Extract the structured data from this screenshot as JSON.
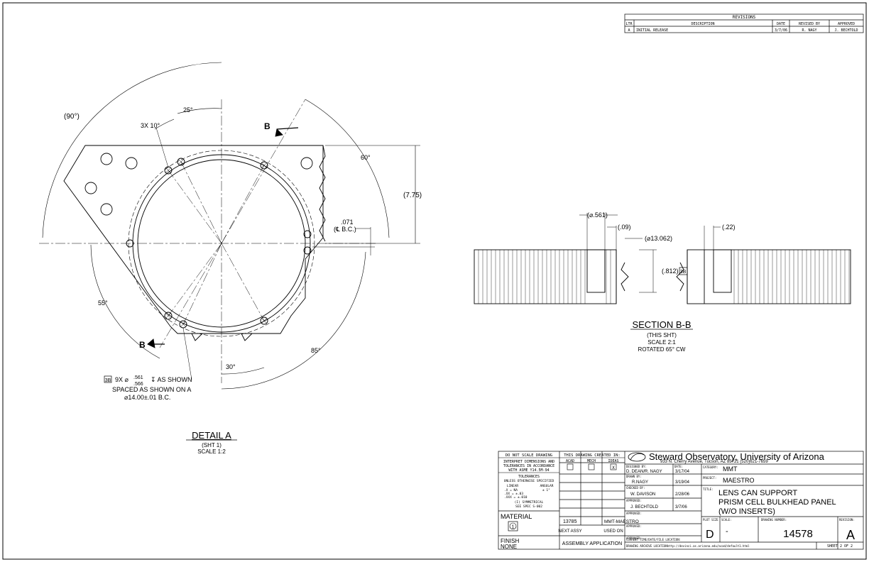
{
  "revisions": {
    "title": "REVISIONS",
    "headers": [
      "LTR",
      "DESCRIPTION",
      "DATE",
      "REVISED BY",
      "APPROVED"
    ],
    "rows": [
      [
        "A",
        "INITIAL RELEASE",
        "3/7/06",
        "R. NAGY",
        "J. BECHTOLD"
      ]
    ]
  },
  "detail_a": {
    "title": "DETAIL A",
    "sheet": "(SHT 1)",
    "scale": "SCALE 1:2",
    "dims": {
      "angle_90": "(90°)",
      "angle_25": "25°",
      "angle_10": "3X 10°",
      "angle_60": "60°",
      "angle_55": "55°",
      "angle_30": "30°",
      "angle_85": "85°",
      "height": "(7.75)",
      "offset_val": ".071",
      "offset_label": "(℄ B.C.)"
    },
    "section_mark": "B",
    "note": {
      "tag": "3B",
      "line1_prefix": "9X ⌀",
      "line1_top": ".561",
      "line1_bottom": ".566",
      "line1_suffix": "↧ AS SHOWN",
      "line2": "SPACED AS SHOWN ON A",
      "line3": "⌀14.00±.01 B.C."
    }
  },
  "section_bb": {
    "title": "SECTION B-B",
    "sheet": "(THIS SHT)",
    "scale": "SCALE 2:1",
    "rotation": "ROTATED 65° CW",
    "dims": {
      "hole_dia": "(⌀.561)",
      "d09": "(.09)",
      "dia13": "(⌀13.062)",
      "d22": "(.22)",
      "depth": "(.812)",
      "depth_tag": "3B"
    }
  },
  "title_block": {
    "notes": {
      "do_not_scale": "DO NOT SCALE DRAWING",
      "interpret": [
        "INTERPRET DIMENSIONS AND",
        "TOLERANCES IN ACCORDANCE",
        "WITH ASME Y14.5M-94"
      ],
      "tolerances": "TOLERANCES",
      "unless": "UNLESS OTHERWISE SPECIFIED",
      "linear": "LINEAR",
      "angular": "ANGULAR",
      "tol_x": ".X   = NA",
      "tol_xx": ".XX  = ±.03",
      "tol_xxx": ".XXX = ±.010",
      "tol_ang": "± 1°",
      "symmetrical": "(I) SYMMETRICAL",
      "spec": "SEE SPEC S-002",
      "material": "MATERIAL",
      "material_tag": "1",
      "finish": "FINISH",
      "finish_val": "NONE"
    },
    "created_in": {
      "label": "THIS DRAWING CREATED IN:",
      "acad": "ACAD",
      "mech": "MECH",
      "ideas": "IDEAS",
      "ideas_mark": "X"
    },
    "assembly": {
      "next_assy": "13785",
      "used_on": "MMT-MAESTRO",
      "next_label": "NEXT ASSY",
      "used_label": "USED ON",
      "application": "ASSEMBLY APPLICATION"
    },
    "org": {
      "name": "Steward Observatory, University of Arizona",
      "address": "933 N. Cherry Avenue, Tucson, AZ  85721    (520)621-7659"
    },
    "signoffs": {
      "designed_label": "DESIGNED BY:",
      "designed": "D. DEAN/R. NAGY",
      "date_label": "DATE:",
      "designed_date": "3/17/04",
      "drawn_label": "DRAWN BY:",
      "drawn": "R.NAGY",
      "drawn_date": "3/19/04",
      "checked_label": "CHECKED BY:",
      "checked": "W. DAVISON",
      "checked_date": "2/28/06",
      "approved_label": "APPROVED:",
      "approved": "J. BECHTOLD",
      "approved_date": "3/7/06",
      "approved2_label": "APPROVED:",
      "approved3_label": "APPROVED:",
      "approved4_label": "APPROVED:"
    },
    "category_label": "CATEGORY:",
    "category": "MMT",
    "project_label": "PROJECT:",
    "project": "MAESTRO",
    "title_label": "TITLE:",
    "title_lines": [
      "LENS CAN SUPPORT",
      "PRISM CELL BULKHEAD PANEL",
      "(W/O INSERTS)"
    ],
    "plot_size_label": "PLOT SIZE",
    "plot_size": "D",
    "scale_label": "SCALE:",
    "scale": "-",
    "drawing_number_label": "DRAWING NUMBER:",
    "drawing_number": "14578",
    "revision_label": "REVISION:",
    "revision": "A",
    "current_time_label": "CURRENT TIME/DATE/FILE LOCATION:",
    "archive_label": "DRAWING ARCHIVE LOCATION:",
    "archive_url": "http://devinci.as.arizona.edu/acad/default1.html",
    "sheet": "SHEET 2 OF 2"
  }
}
